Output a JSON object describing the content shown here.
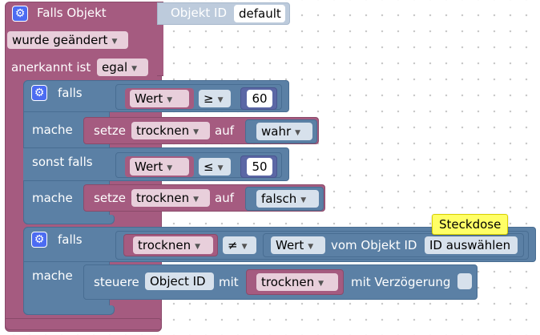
{
  "trigger": {
    "title": "Falls Objekt",
    "object_id_label": "Objekt ID",
    "object_id_value": "default",
    "changed_option": "wurde geändert",
    "ack_label": "anerkannt ist",
    "ack_option": "egal"
  },
  "if_block_1": {
    "if_label": "falls",
    "cond1": {
      "var": "Wert",
      "op": "≥",
      "value": "60"
    },
    "do1_label": "mache",
    "set1": {
      "set_label": "setze",
      "var": "trocknen",
      "to_label": "auf",
      "value": "wahr"
    },
    "elseif_label": "sonst falls",
    "cond2": {
      "var": "Wert",
      "op": "≤",
      "value": "50"
    },
    "do2_label": "mache",
    "set2": {
      "set_label": "setze",
      "var": "trocknen",
      "to_label": "auf",
      "value": "falsch"
    }
  },
  "if_block_2": {
    "if_label": "falls",
    "cond": {
      "var": "trocknen",
      "op": "≠",
      "state": "Wert",
      "of_object_label": "vom Objekt ID",
      "object_field": "ID auswählen"
    },
    "tooltip": "Steckdose",
    "do_label": "mache",
    "control": {
      "label": "steuere",
      "object_id": "Object ID",
      "with_label": "mit",
      "var": "trocknen",
      "delay_label": "mit Verzögerung"
    }
  },
  "colors": {
    "event_block": "#a55b80",
    "logic_block": "#5b80a5",
    "math_block": "#5b67a5",
    "gear": "#4c6cf2",
    "tooltip": "#ffff66"
  }
}
